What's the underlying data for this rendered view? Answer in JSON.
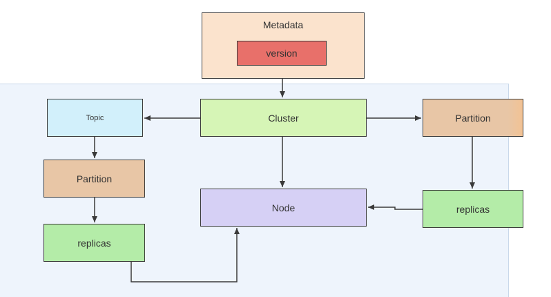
{
  "colors": {
    "metadata_fill": "#fbe3cd",
    "version_fill": "#e8706a",
    "topic_fill": "#d2f0fb",
    "cluster_fill": "#d6f5b6",
    "partition_fill": "#e8c6a6",
    "partition_right_fill": "#f2c294",
    "replicas_fill": "#b4eca8",
    "node_fill": "#d6d0f5",
    "edge": "#3a3a3a"
  },
  "nodes": {
    "metadata": "Metadata",
    "version": "version",
    "topic": "Topic",
    "cluster": "Cluster",
    "partition_left": "Partition",
    "partition_right": "Partition",
    "replicas_left": "replicas",
    "replicas_right": "replicas",
    "node": "Node"
  }
}
